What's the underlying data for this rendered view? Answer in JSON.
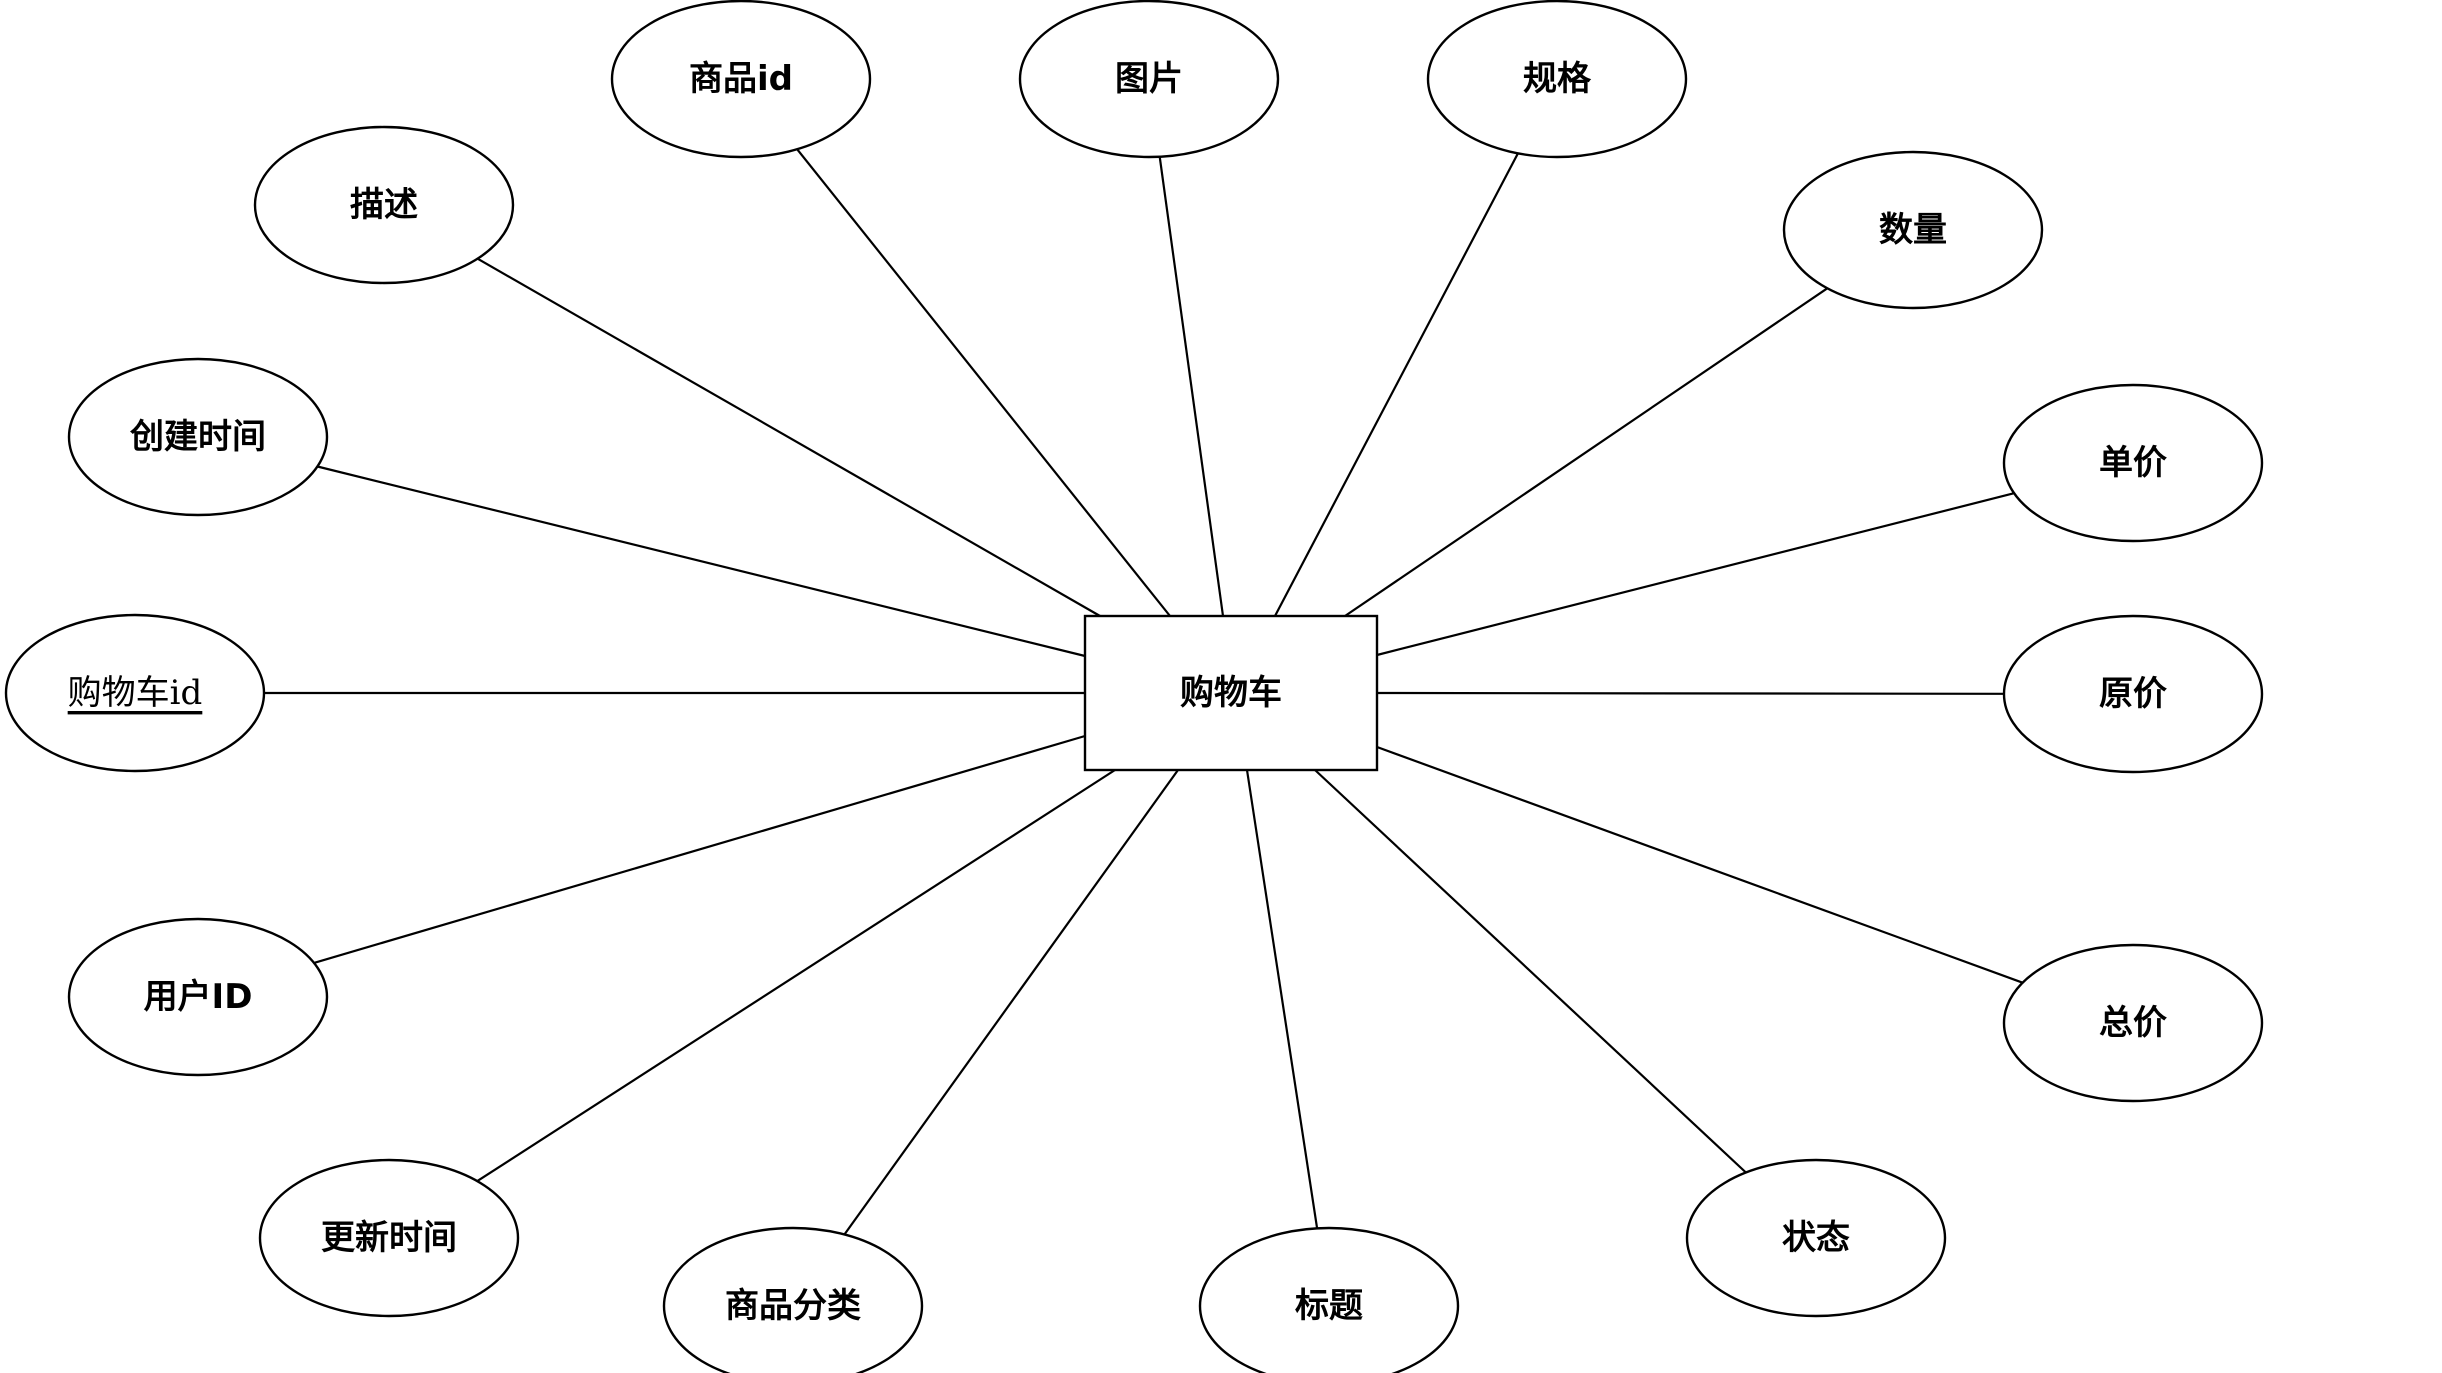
{
  "entity": {
    "label": "购物车"
  },
  "attributes": [
    {
      "key": "goods_id",
      "label": "商品id",
      "primary_key": false
    },
    {
      "key": "image",
      "label": "图片",
      "primary_key": false
    },
    {
      "key": "spec",
      "label": "规格",
      "primary_key": false
    },
    {
      "key": "quantity",
      "label": "数量",
      "primary_key": false
    },
    {
      "key": "unit_price",
      "label": "单价",
      "primary_key": false
    },
    {
      "key": "original_price",
      "label": "原价",
      "primary_key": false
    },
    {
      "key": "total_price",
      "label": "总价",
      "primary_key": false
    },
    {
      "key": "status",
      "label": "状态",
      "primary_key": false
    },
    {
      "key": "title",
      "label": "标题",
      "primary_key": false
    },
    {
      "key": "goods_category",
      "label": "商品分类",
      "primary_key": false
    },
    {
      "key": "update_time",
      "label": "更新时间",
      "primary_key": false
    },
    {
      "key": "user_id",
      "label": "用户ID",
      "primary_key": false
    },
    {
      "key": "cart_id",
      "label": "购物车id",
      "primary_key": true
    },
    {
      "key": "create_time",
      "label": "创建时间",
      "primary_key": false
    },
    {
      "key": "description",
      "label": "描述",
      "primary_key": false
    }
  ]
}
